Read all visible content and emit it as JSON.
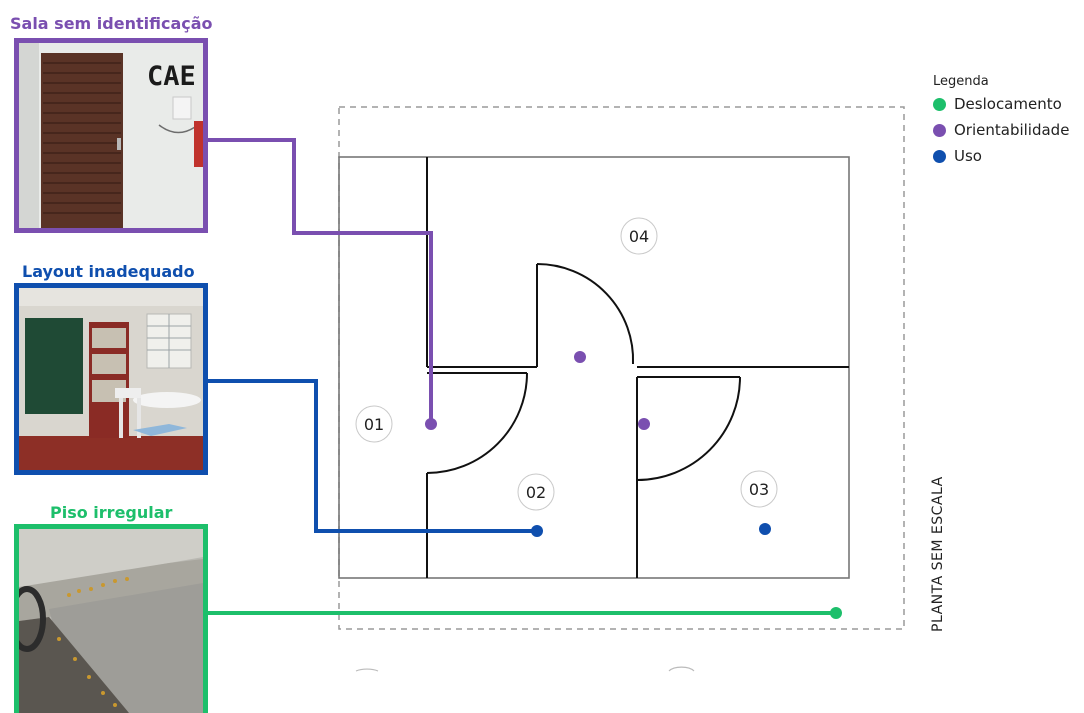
{
  "colors": {
    "deslocamento": "#1dbf6b",
    "orientabilidade": "#7a4fb0",
    "uso": "#0f4fae",
    "wall": "#111111",
    "dashed": "#9a9a9a"
  },
  "photos": [
    {
      "id": "sala",
      "title": "Sala sem identificação",
      "category": "orientabilidade",
      "sign_text": "CAE"
    },
    {
      "id": "layout",
      "title": "Layout inadequado",
      "category": "uso"
    },
    {
      "id": "piso",
      "title": "Piso irregular",
      "category": "deslocamento"
    }
  ],
  "legend": {
    "title": "Legenda",
    "items": [
      {
        "label": "Deslocamento",
        "category": "deslocamento"
      },
      {
        "label": "Orientabilidade",
        "category": "orientabilidade"
      },
      {
        "label": "Uso",
        "category": "uso"
      }
    ]
  },
  "rooms": [
    "01",
    "02",
    "03",
    "04"
  ],
  "scale_note": "PLANTA SEM ESCALA"
}
